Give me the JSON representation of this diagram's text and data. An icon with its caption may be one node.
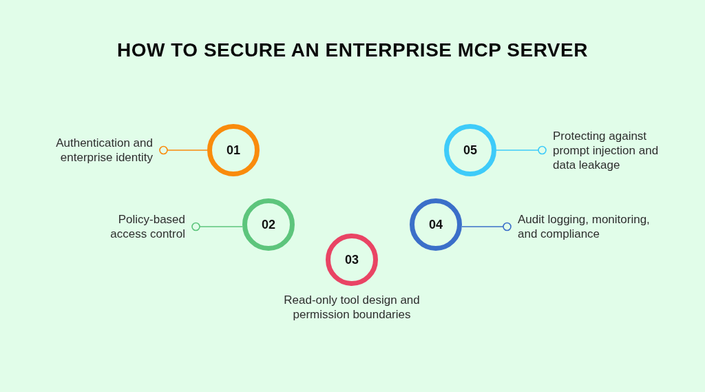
{
  "diagram": {
    "title": "HOW TO SECURE AN ENTERPRISE MCP SERVER",
    "nodes": [
      {
        "text": [
          "01"
        ]
      },
      {
        "text": [
          "Authentication and enterprise identity"
        ]
      },
      {
        "text": [
          "02"
        ]
      },
      {
        "text": [
          "Policy-based access control"
        ]
      },
      {
        "text": [
          "03"
        ],
        "beside": [
          "Read-only tool design and permission boundaries"
        ]
      },
      {
        "text": [
          "04"
        ]
      },
      {
        "text": [
          "Audit logging, monitoring, and compliance"
        ]
      },
      {
        "text": [
          "05"
        ]
      },
      {
        "text": [
          "Protecting against prompt injection and data leakage"
        ]
      }
    ],
    "edges": [
      {
        "from": 1,
        "to": 0,
        "arrow": "other",
        "color": "#f98b0c"
      },
      {
        "from": 3,
        "to": 2,
        "arrow": "other",
        "color": "#5dc57c"
      },
      {
        "from": 6,
        "to": 5,
        "arrow": "other",
        "color": "#3b6fc9"
      },
      {
        "from": 8,
        "to": 7,
        "arrow": "other",
        "color": "#3ecbf9"
      }
    ]
  }
}
